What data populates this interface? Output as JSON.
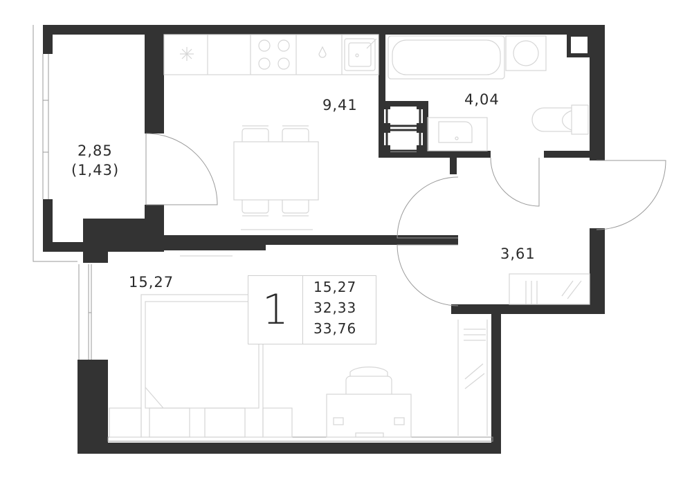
{
  "rooms": {
    "balcony_area": "2,85",
    "balcony_area_reduced": "(1,43)",
    "kitchen_area": "9,41",
    "bathroom_area": "4,04",
    "hall_area": "3,61",
    "living_area": "15,27"
  },
  "summary": {
    "room_count": "1",
    "living_area": "15,27",
    "total_area": "32,33",
    "total_area_with_balcony": "33,76"
  },
  "colors": {
    "wall": "#333333",
    "furniture_line": "#d6d6d6",
    "text": "#2b2b2b"
  }
}
